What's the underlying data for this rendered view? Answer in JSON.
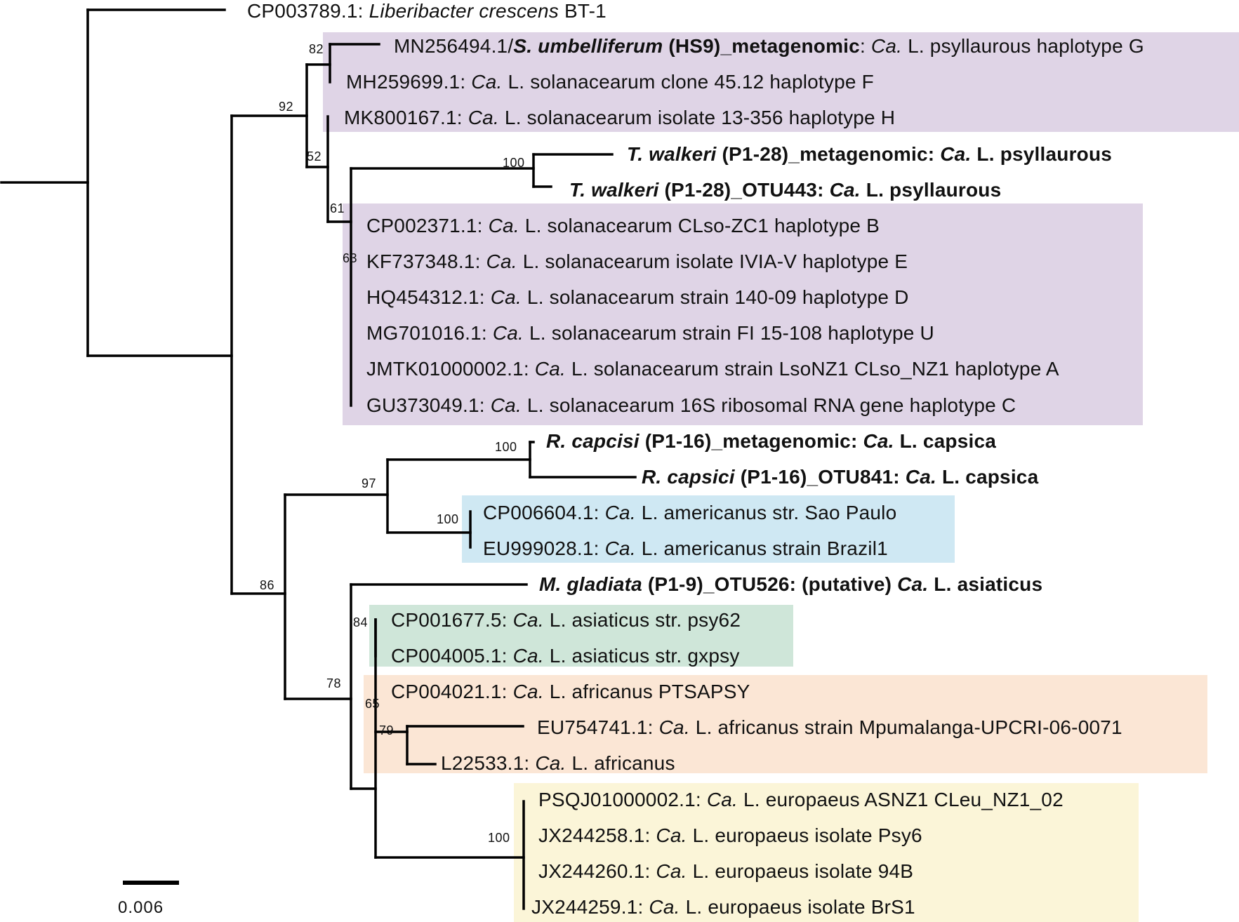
{
  "leaves": [
    {
      "id": "l1",
      "parts": [
        {
          "t": "CP003789.1: ",
          "s": ""
        },
        {
          "t": "Liberibacter crescens",
          "s": "i"
        },
        {
          "t": " BT-1",
          "s": ""
        }
      ]
    },
    {
      "id": "l2",
      "parts": [
        {
          "t": "MN256494.1/",
          "s": ""
        },
        {
          "t": "S. umbelliferum",
          "s": "bi"
        },
        {
          "t": " (HS9)_metagenomic",
          "s": "b"
        },
        {
          "t": ": ",
          "s": ""
        },
        {
          "t": "Ca.",
          "s": "i"
        },
        {
          "t": " L. psyllaurous haplotype G",
          "s": ""
        }
      ]
    },
    {
      "id": "l3",
      "parts": [
        {
          "t": "MH259699.1: ",
          "s": ""
        },
        {
          "t": "Ca.",
          "s": "i"
        },
        {
          "t": " L. solanacearum clone 45.12 haplotype F",
          "s": ""
        }
      ]
    },
    {
      "id": "l4",
      "parts": [
        {
          "t": "MK800167.1: ",
          "s": ""
        },
        {
          "t": "Ca.",
          "s": "i"
        },
        {
          "t": " L. solanacearum isolate 13-356 haplotype H",
          "s": ""
        }
      ]
    },
    {
      "id": "l5",
      "parts": [
        {
          "t": "T. walkeri",
          "s": "bi"
        },
        {
          "t": " (P1-28)_metagenomic: ",
          "s": "b"
        },
        {
          "t": "Ca.",
          "s": "bi"
        },
        {
          "t": " L. psyllaurous",
          "s": "b"
        }
      ]
    },
    {
      "id": "l6",
      "parts": [
        {
          "t": "T. walkeri",
          "s": "bi"
        },
        {
          "t": " (P1-28)_OTU443: ",
          "s": "b"
        },
        {
          "t": "Ca.",
          "s": "bi"
        },
        {
          "t": " L. psyllaurous",
          "s": "b"
        }
      ]
    },
    {
      "id": "l7",
      "parts": [
        {
          "t": "CP002371.1: ",
          "s": ""
        },
        {
          "t": "Ca.",
          "s": "i"
        },
        {
          "t": " L. solanacearum CLso-ZC1 haplotype B",
          "s": ""
        }
      ]
    },
    {
      "id": "l8",
      "parts": [
        {
          "t": "KF737348.1: ",
          "s": ""
        },
        {
          "t": "Ca.",
          "s": "i"
        },
        {
          "t": " L. solanacearum isolate IVIA-V haplotype E",
          "s": ""
        }
      ]
    },
    {
      "id": "l9",
      "parts": [
        {
          "t": "HQ454312.1: ",
          "s": ""
        },
        {
          "t": "Ca.",
          "s": "i"
        },
        {
          "t": " L. solanacearum strain 140-09 haplotype D",
          "s": ""
        }
      ]
    },
    {
      "id": "l10",
      "parts": [
        {
          "t": "MG701016.1: ",
          "s": ""
        },
        {
          "t": "Ca.",
          "s": "i"
        },
        {
          "t": " L. solanacearum strain FI 15-108 haplotype U",
          "s": ""
        }
      ]
    },
    {
      "id": "l11",
      "parts": [
        {
          "t": "JMTK01000002.1: ",
          "s": ""
        },
        {
          "t": "Ca.",
          "s": "i"
        },
        {
          "t": " L. solanacearum strain LsoNZ1 CLso_NZ1 haplotype A",
          "s": ""
        }
      ]
    },
    {
      "id": "l12",
      "parts": [
        {
          "t": "GU373049.1: ",
          "s": ""
        },
        {
          "t": "Ca.",
          "s": "i"
        },
        {
          "t": " L. solanacearum 16S ribosomal RNA gene haplotype C",
          "s": ""
        }
      ]
    },
    {
      "id": "l13",
      "parts": [
        {
          "t": "R. capcisi",
          "s": "bi"
        },
        {
          "t": " (P1-16)_metagenomic: ",
          "s": "b"
        },
        {
          "t": "Ca.",
          "s": "bi"
        },
        {
          "t": " L. capsica",
          "s": "b"
        }
      ]
    },
    {
      "id": "l14",
      "parts": [
        {
          "t": "R. capsici",
          "s": "bi"
        },
        {
          "t": " (P1-16)_OTU841: ",
          "s": "b"
        },
        {
          "t": "Ca.",
          "s": "bi"
        },
        {
          "t": " L. capsica",
          "s": "b"
        }
      ]
    },
    {
      "id": "l15",
      "parts": [
        {
          "t": "CP006604.1: ",
          "s": ""
        },
        {
          "t": "Ca.",
          "s": "i"
        },
        {
          "t": " L. americanus str. Sao Paulo",
          "s": ""
        }
      ]
    },
    {
      "id": "l16",
      "parts": [
        {
          "t": "EU999028.1: ",
          "s": ""
        },
        {
          "t": "Ca.",
          "s": "i"
        },
        {
          "t": " L. americanus strain Brazil1",
          "s": ""
        }
      ]
    },
    {
      "id": "l17",
      "parts": [
        {
          "t": "M. gladiata",
          "s": "bi"
        },
        {
          "t": " (P1-9)_OTU526: (putative) ",
          "s": "b"
        },
        {
          "t": "Ca.",
          "s": "bi"
        },
        {
          "t": " L. asiaticus",
          "s": "b"
        }
      ]
    },
    {
      "id": "l18",
      "parts": [
        {
          "t": "CP001677.5: ",
          "s": ""
        },
        {
          "t": "Ca.",
          "s": "i"
        },
        {
          "t": " L. asiaticus str. psy62",
          "s": ""
        }
      ]
    },
    {
      "id": "l19",
      "parts": [
        {
          "t": "CP004005.1: ",
          "s": ""
        },
        {
          "t": "Ca.",
          "s": "i"
        },
        {
          "t": " L. asiaticus str. gxpsy",
          "s": ""
        }
      ]
    },
    {
      "id": "l20",
      "parts": [
        {
          "t": "CP004021.1: ",
          "s": ""
        },
        {
          "t": "Ca.",
          "s": "i"
        },
        {
          "t": " L. africanus PTSAPSY",
          "s": ""
        }
      ]
    },
    {
      "id": "l21",
      "parts": [
        {
          "t": "EU754741.1: ",
          "s": ""
        },
        {
          "t": "Ca.",
          "s": "i"
        },
        {
          "t": " L. africanus strain Mpumalanga-UPCRI-06-0071",
          "s": ""
        }
      ]
    },
    {
      "id": "l22",
      "parts": [
        {
          "t": "L22533.1: ",
          "s": ""
        },
        {
          "t": "Ca.",
          "s": "i"
        },
        {
          "t": " L. africanus",
          "s": ""
        }
      ]
    },
    {
      "id": "l23",
      "parts": [
        {
          "t": "PSQJ01000002.1: ",
          "s": ""
        },
        {
          "t": "Ca.",
          "s": "i"
        },
        {
          "t": " L. europaeus ASNZ1 CLeu_NZ1_02",
          "s": ""
        }
      ]
    },
    {
      "id": "l24",
      "parts": [
        {
          "t": "JX244258.1: ",
          "s": ""
        },
        {
          "t": "Ca.",
          "s": "i"
        },
        {
          "t": " L. europaeus isolate Psy6",
          "s": ""
        }
      ]
    },
    {
      "id": "l25",
      "parts": [
        {
          "t": "JX244260.1: ",
          "s": ""
        },
        {
          "t": "Ca.",
          "s": "i"
        },
        {
          "t": " L. europaeus isolate 94B",
          "s": ""
        }
      ]
    },
    {
      "id": "l26",
      "parts": [
        {
          "t": "JX244259.1: ",
          "s": ""
        },
        {
          "t": "Ca.",
          "s": "i"
        },
        {
          "t": " L. europaeus isolate BrS1",
          "s": ""
        }
      ]
    }
  ],
  "supports": [
    {
      "node": "n82",
      "value": "82"
    },
    {
      "node": "n92",
      "value": "92"
    },
    {
      "node": "n52",
      "value": "52"
    },
    {
      "node": "n100a",
      "value": "100"
    },
    {
      "node": "n61",
      "value": "61"
    },
    {
      "node": "n63",
      "value": "63"
    },
    {
      "node": "n100b",
      "value": "100"
    },
    {
      "node": "n97",
      "value": "97"
    },
    {
      "node": "n100c",
      "value": "100"
    },
    {
      "node": "n86",
      "value": "86"
    },
    {
      "node": "n84",
      "value": "84"
    },
    {
      "node": "n78",
      "value": "78"
    },
    {
      "node": "n65",
      "value": "65"
    },
    {
      "node": "n79",
      "value": "79"
    },
    {
      "node": "n100d",
      "value": "100"
    }
  ],
  "clade_colors": {
    "purple": "#dfd4e6",
    "blue": "#cfe8f3",
    "green": "#cfe6d9",
    "orange": "#fbe6d5",
    "yellow": "#fbf5d8"
  },
  "scale_bar": {
    "label": "0.006"
  }
}
